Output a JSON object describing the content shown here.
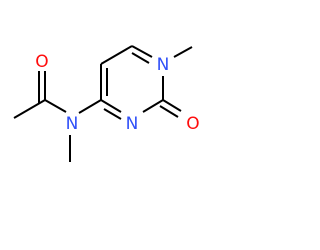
{
  "molecule": {
    "atoms": {
      "o_acetyl": {
        "symbol": "O",
        "color": "#ff0d0d"
      },
      "n_amide": {
        "symbol": "N",
        "color": "#3050f8"
      },
      "n_ring1": {
        "symbol": "N",
        "color": "#3050f8"
      },
      "n_ring3": {
        "symbol": "N",
        "color": "#3050f8"
      },
      "o_carbonyl": {
        "symbol": "O",
        "color": "#ff0d0d"
      }
    },
    "bond_color": "#000000"
  }
}
